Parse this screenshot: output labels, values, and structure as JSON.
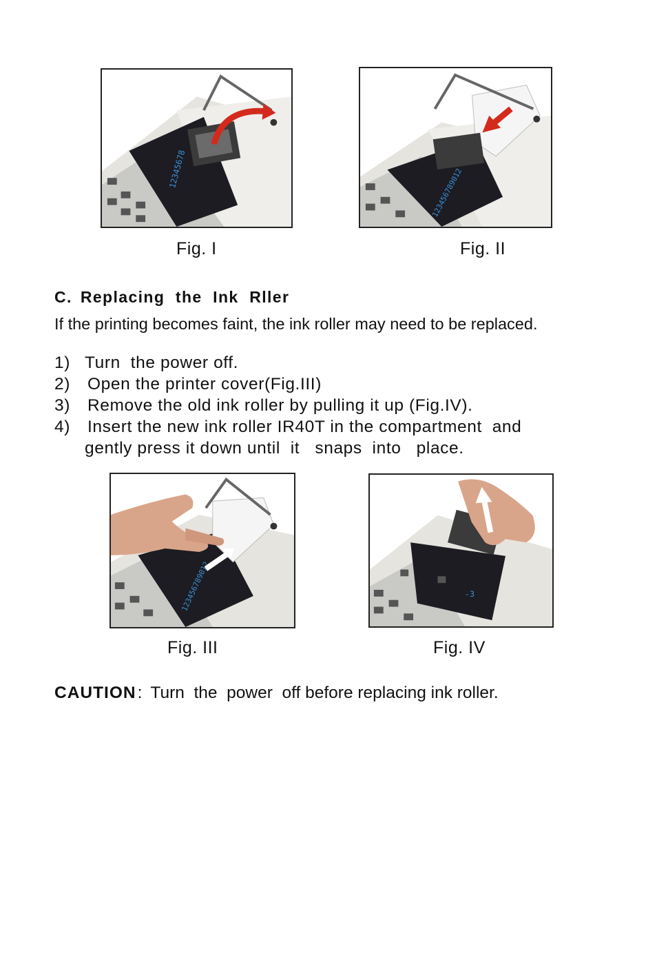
{
  "figures": {
    "fig1": {
      "caption": "Fig. I",
      "display_text": "12345678"
    },
    "fig2": {
      "caption": "Fig. II",
      "display_text": "123456789012"
    },
    "fig3": {
      "caption": "Fig. III",
      "display_text": "123456789012"
    },
    "fig4": {
      "caption": "Fig. IV",
      "display_text": "-3"
    }
  },
  "section": {
    "heading_letter": "C",
    "heading_sep": ".",
    "heading_text": "Replacing  the  Ink  Rller",
    "intro": "If the printing becomes faint, the ink roller may need to be replaced."
  },
  "steps": [
    {
      "num": "1)",
      "text": "Turn  the power off."
    },
    {
      "num": "2)",
      "text": "Open the printer cover(Fig.III)"
    },
    {
      "num": "3)",
      "text": "Remove the old ink roller by pulling it up (Fig.IV)."
    },
    {
      "num": "4)",
      "text": "Insert the new ink roller IR40T in the compartment  and",
      "continuation": "gently press it down until  it   snaps  into   place."
    }
  ],
  "caution": {
    "label": "CAUTION",
    "sep": ":",
    "text": "Turn  the  power  off before replacing ink roller."
  },
  "colors": {
    "arrow_red": "#d42a1c",
    "arrow_white": "#ffffff",
    "display_blue": "#3a8fd8",
    "border": "#222222"
  }
}
